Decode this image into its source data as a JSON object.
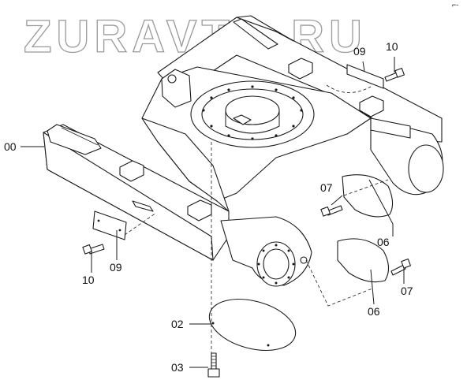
{
  "watermark": "ZURAVTO.RU",
  "corner_mark": "⌐-",
  "callouts": {
    "c00": "00",
    "c02": "02",
    "c03": "03",
    "c06a": "06",
    "c06b": "06",
    "c07a": "07",
    "c07b": "07",
    "c09a": "09",
    "c09b": "09",
    "c10a": "10",
    "c10b": "10"
  }
}
